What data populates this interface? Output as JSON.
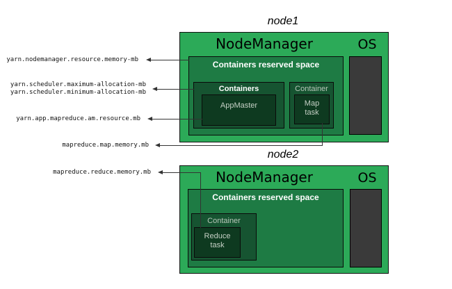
{
  "colors": {
    "node_fill": "#2caa58",
    "reserved_fill": "#1e7b44",
    "container_fill": "#165431",
    "task_fill": "#0e3a20",
    "os_fill": "#3a3a3a",
    "line": "#333333"
  },
  "node1": {
    "title": "node1",
    "nodemanager": "NodeManager",
    "os": "OS",
    "reserved": "Containers reserved space",
    "containers": "Containers",
    "appmaster": "AppMaster",
    "container": "Container",
    "map_line1": "Map",
    "map_line2": "task"
  },
  "node2": {
    "title": "node2",
    "nodemanager": "NodeManager",
    "os": "OS",
    "reserved": "Containers reserved space",
    "container": "Container",
    "reduce_line1": "Reduce",
    "reduce_line2": "task"
  },
  "labels": {
    "nodemanager_resource": "yarn.nodemanager.resource.memory-mb",
    "scheduler_max": "yarn.scheduler.maximum-allocation-mb",
    "scheduler_min": "yarn.scheduler.minimum-allocation-mb",
    "am_resource": "yarn.app.mapreduce.am.resource.mb",
    "map_memory": "mapreduce.map.memory.mb",
    "reduce_memory": "mapreduce.reduce.memory.mb"
  }
}
